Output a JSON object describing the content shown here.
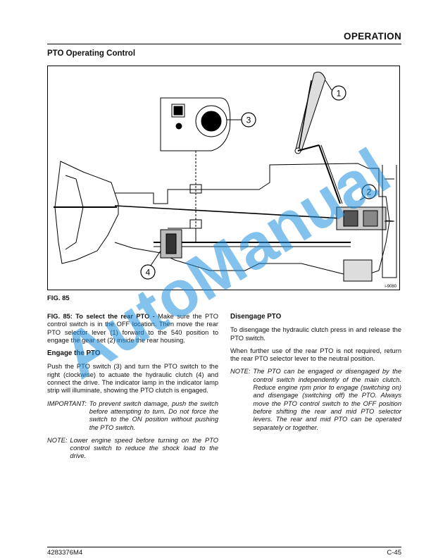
{
  "header": {
    "section": "OPERATION"
  },
  "page_title": "PTO Operating Control",
  "figure": {
    "callouts": [
      "1",
      "2",
      "3",
      "4"
    ],
    "ref_code": "i-9080",
    "label": "FIG. 85"
  },
  "left_column": {
    "intro_lead": "FIG. 85:  To select the rear PTO - ",
    "intro_body": "Make sure the PTO control switch is in the OFF location. Then move the rear PTO selector lever (1) forward to the 540 position to engage the gear set (2) inside the rear housing.",
    "engage_heading": "Engage the PTO",
    "engage_body": "Push the PTO switch (3) and turn the PTO switch to the right (clockwise) to actuate the hydraulic clutch (4) and connect the drive. The indicator lamp in the indicator lamp strip will illuminate, showing the PTO clutch is engaged.",
    "important_label": "IMPORTANT:",
    "important_text": "To prevent switch damage, push the switch before attempting to turn. Do not force the switch to the ON position without pushing the PTO switch.",
    "note_label": "NOTE:",
    "note_text": "Lower engine speed before turning on the PTO control switch to reduce the shock load to the drive."
  },
  "right_column": {
    "disengage_heading": "Disengage PTO",
    "disengage_body": "To disengage the hydraulic clutch press in and release the PTO switch.",
    "further_body": "When further use of the rear PTO is not required, return the rear PTO selector lever to the neutral position.",
    "note_label": "NOTE:",
    "note_text": "The PTO can be engaged or disengaged by the control switch independently of the main clutch. Reduce engine rpm prior to engage (switching on) and disengage (switching off) the PTO. Always move the PTO control switch to the OFF position before shifting the rear and mid PTO selector levers. The rear and mid PTO can be operated separately or together."
  },
  "footer": {
    "doc_number": "4283376M4",
    "page_number": "C-45"
  },
  "watermark": {
    "text": "AutoManual"
  }
}
